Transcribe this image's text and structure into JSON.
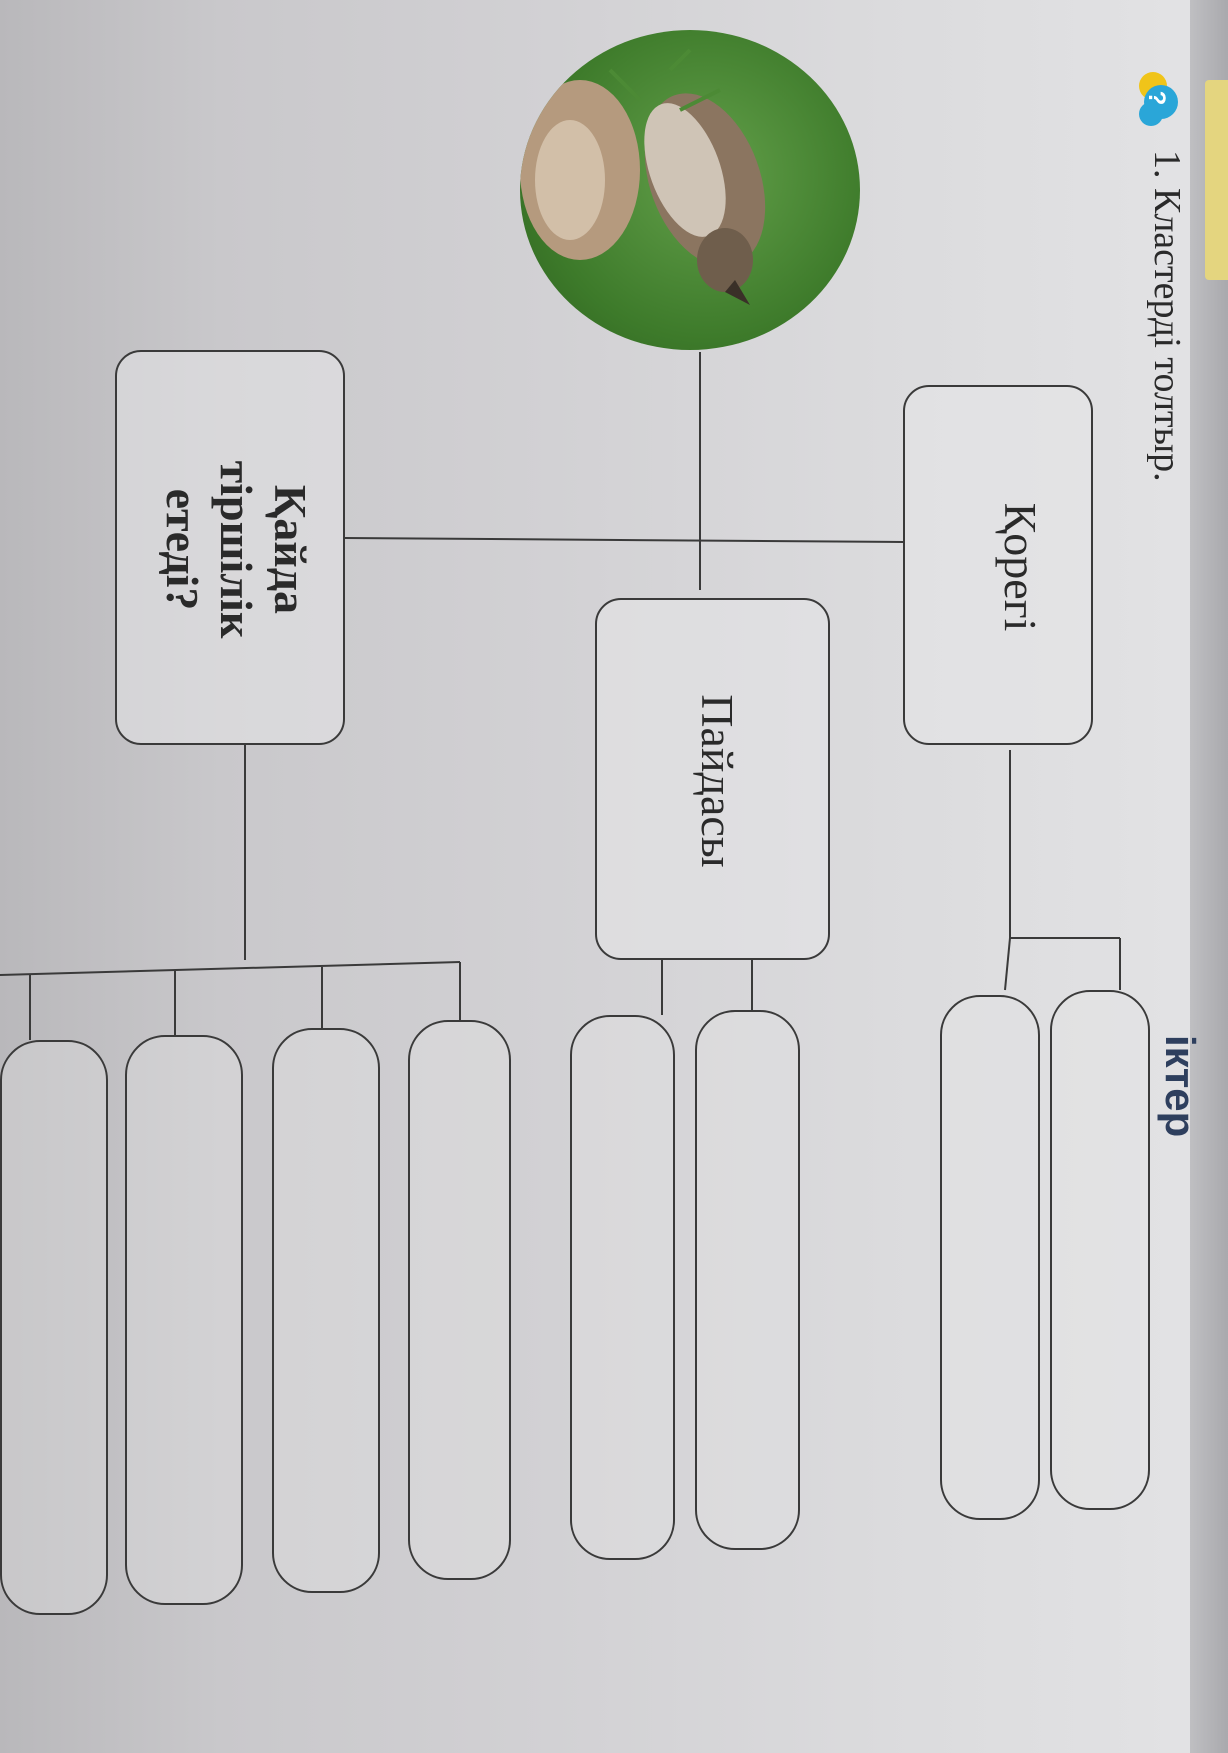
{
  "header": {
    "partial_title": "іктер"
  },
  "task": {
    "icon": "question-cloud-icon",
    "number": "1.",
    "instruction": "Кластерді толтыр."
  },
  "image": {
    "subject": "bird-photo"
  },
  "clusters": {
    "food": {
      "label": "Қорегі",
      "empty_slots": 2
    },
    "benefit": {
      "label": "Пайдасы",
      "empty_slots": 2
    },
    "habitat": {
      "label_line1": "Қайда",
      "label_line2": "тіршілік",
      "label_line3": "етеді?",
      "empty_slots": 4
    }
  },
  "colors": {
    "line": "#3a3a3a",
    "accent_icon": "#2aa6d8",
    "header_strip": "#e4d57f"
  }
}
